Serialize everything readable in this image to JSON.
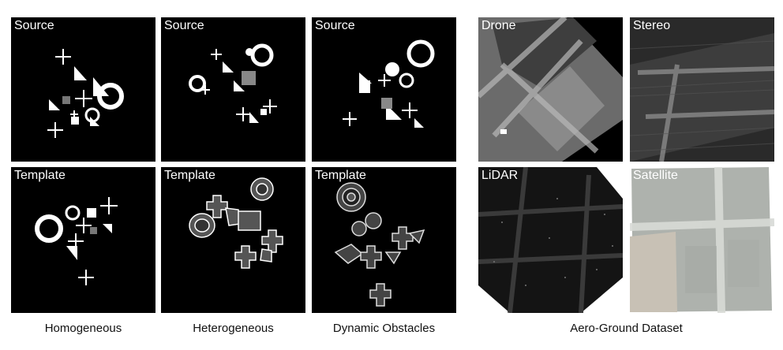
{
  "panels": {
    "homo_source_label": "Source",
    "homo_template_label": "Template",
    "hetero_source_label": "Source",
    "hetero_template_label": "Template",
    "dyn_source_label": "Source",
    "dyn_template_label": "Template",
    "drone_label": "Drone",
    "stereo_label": "Stereo",
    "lidar_label": "LiDAR",
    "satellite_label": "Satellite"
  },
  "captions": {
    "homogeneous": "Homogeneous",
    "heterogeneous": "Heterogeneous",
    "dynamic": "Dynamic Obstacles",
    "aero": "Aero-Ground Dataset"
  }
}
